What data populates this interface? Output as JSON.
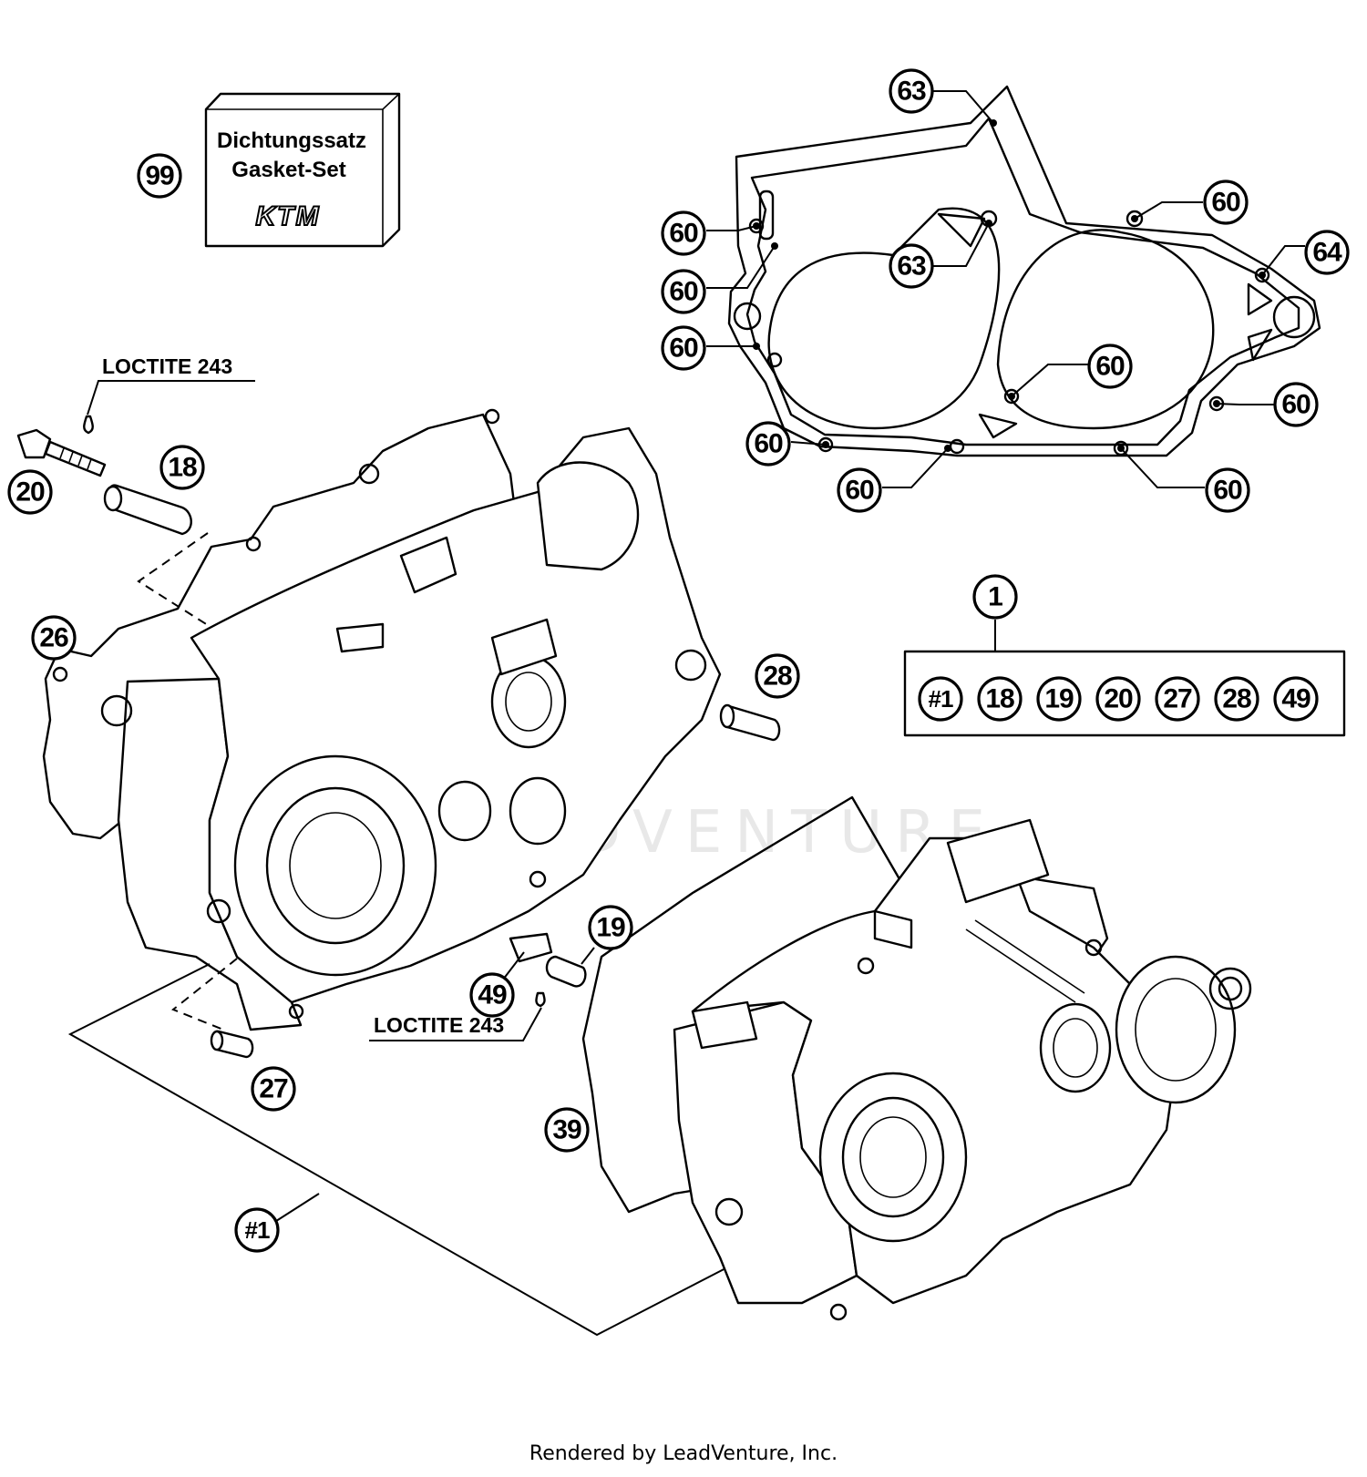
{
  "gasket_set": {
    "line1": "Dichtungssatz",
    "line2": "Gasket-Set",
    "logo": "KTM"
  },
  "loctite_labels": [
    "LOCTITE 243",
    "LOCTITE 243"
  ],
  "callouts": {
    "c99": "99",
    "c63a": "63",
    "c63b": "63",
    "c64": "64",
    "c60a": "60",
    "c60b": "60",
    "c60c": "60",
    "c60d": "60",
    "c60e": "60",
    "c60f": "60",
    "c60g": "60",
    "c60h": "60",
    "c60i": "60",
    "c20": "20",
    "c18": "18",
    "c26": "26",
    "c28": "28",
    "c1": "1",
    "c19": "19",
    "c49": "49",
    "c27": "27",
    "c39": "39",
    "c_h1": "#1"
  },
  "kit": {
    "parent": "1",
    "items": [
      "#1",
      "18",
      "19",
      "20",
      "27",
      "28",
      "49"
    ]
  },
  "watermark": "LEADVENTURE",
  "footer": "Rendered by LeadVenture, Inc."
}
